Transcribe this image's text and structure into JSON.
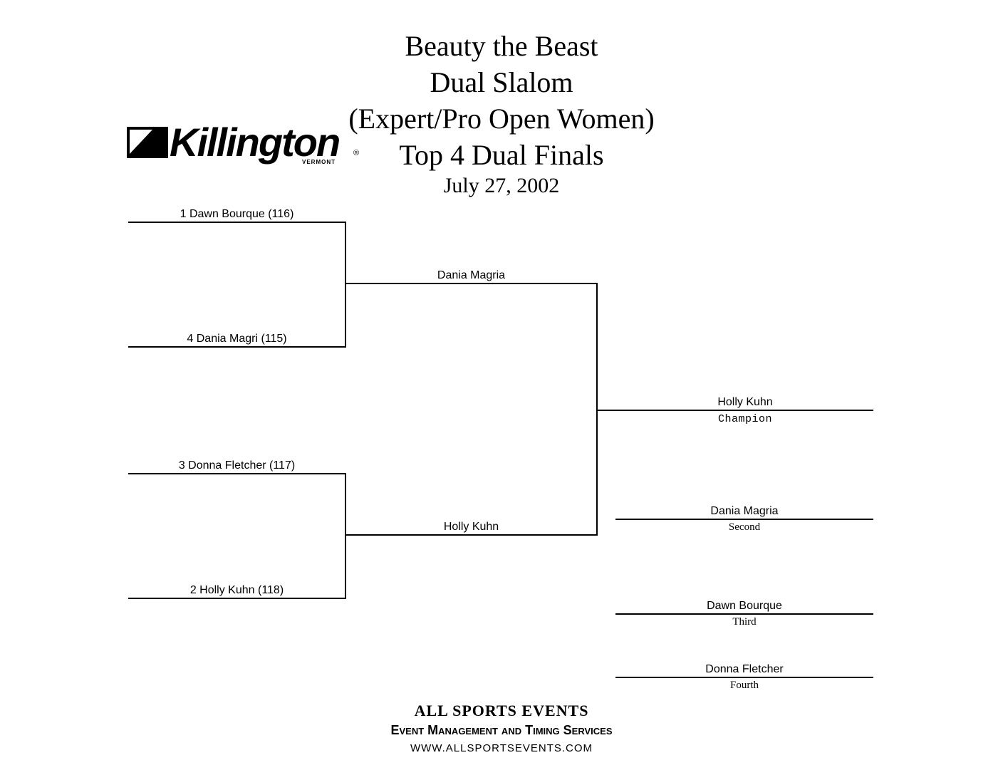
{
  "header": {
    "title_lines": [
      "Beauty the Beast",
      "Dual Slalom",
      "(Expert/Pro Open Women)",
      "Top 4 Dual Finals"
    ],
    "date": "July 27, 2002"
  },
  "logo": {
    "name": "Killington",
    "subtext": "VERMONT",
    "reg_mark": "®"
  },
  "bracket": {
    "round1": [
      "1 Dawn Bourque (116)",
      "4 Dania Magri (115)",
      "3 Donna Fletcher (117)",
      "2 Holly Kuhn (118)"
    ],
    "round2": [
      "Dania Magria",
      "Holly Kuhn"
    ],
    "final": {
      "name": "Holly Kuhn",
      "place": "Champion"
    }
  },
  "placings": [
    {
      "name": "Dania Magria",
      "place": "Second"
    },
    {
      "name": "Dawn Bourque",
      "place": "Third"
    },
    {
      "name": "Donna Fletcher",
      "place": "Fourth"
    }
  ],
  "footer": {
    "company": "ALL SPORTS EVENTS",
    "tagline": "Event Management and Timing Services",
    "url": "WWW.ALLSPORTSEVENTS.COM"
  }
}
